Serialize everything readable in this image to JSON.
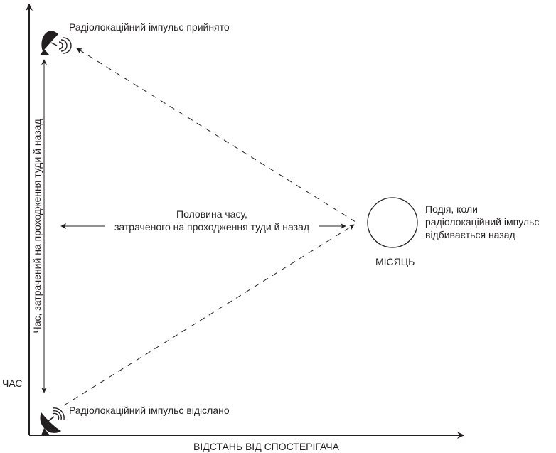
{
  "diagram": {
    "axes": {
      "y_label": "ЧАС",
      "x_label": "ВІДСТАНЬ ВІД СПОСТЕРІГАЧА"
    },
    "events": {
      "received": "Радіолокаційний імпульс прийнято",
      "sent": "Радіолокаційний імпульс відіслано",
      "reflection": [
        "Подія, коли",
        "радіолокаційний імпульс",
        "відбивається назад"
      ]
    },
    "moon_label": "МІСЯЦЬ",
    "round_trip_label": "Час, затрачений на проходження туди й назад",
    "half_time_label": [
      "Половина часу,",
      "затраченого на проходження туди й назад"
    ],
    "icons": [
      "radar-dish-received-icon",
      "radar-dish-sent-icon",
      "moon-circle-icon"
    ],
    "colors": {
      "ink": "#231f20",
      "background": "#ffffff"
    }
  }
}
